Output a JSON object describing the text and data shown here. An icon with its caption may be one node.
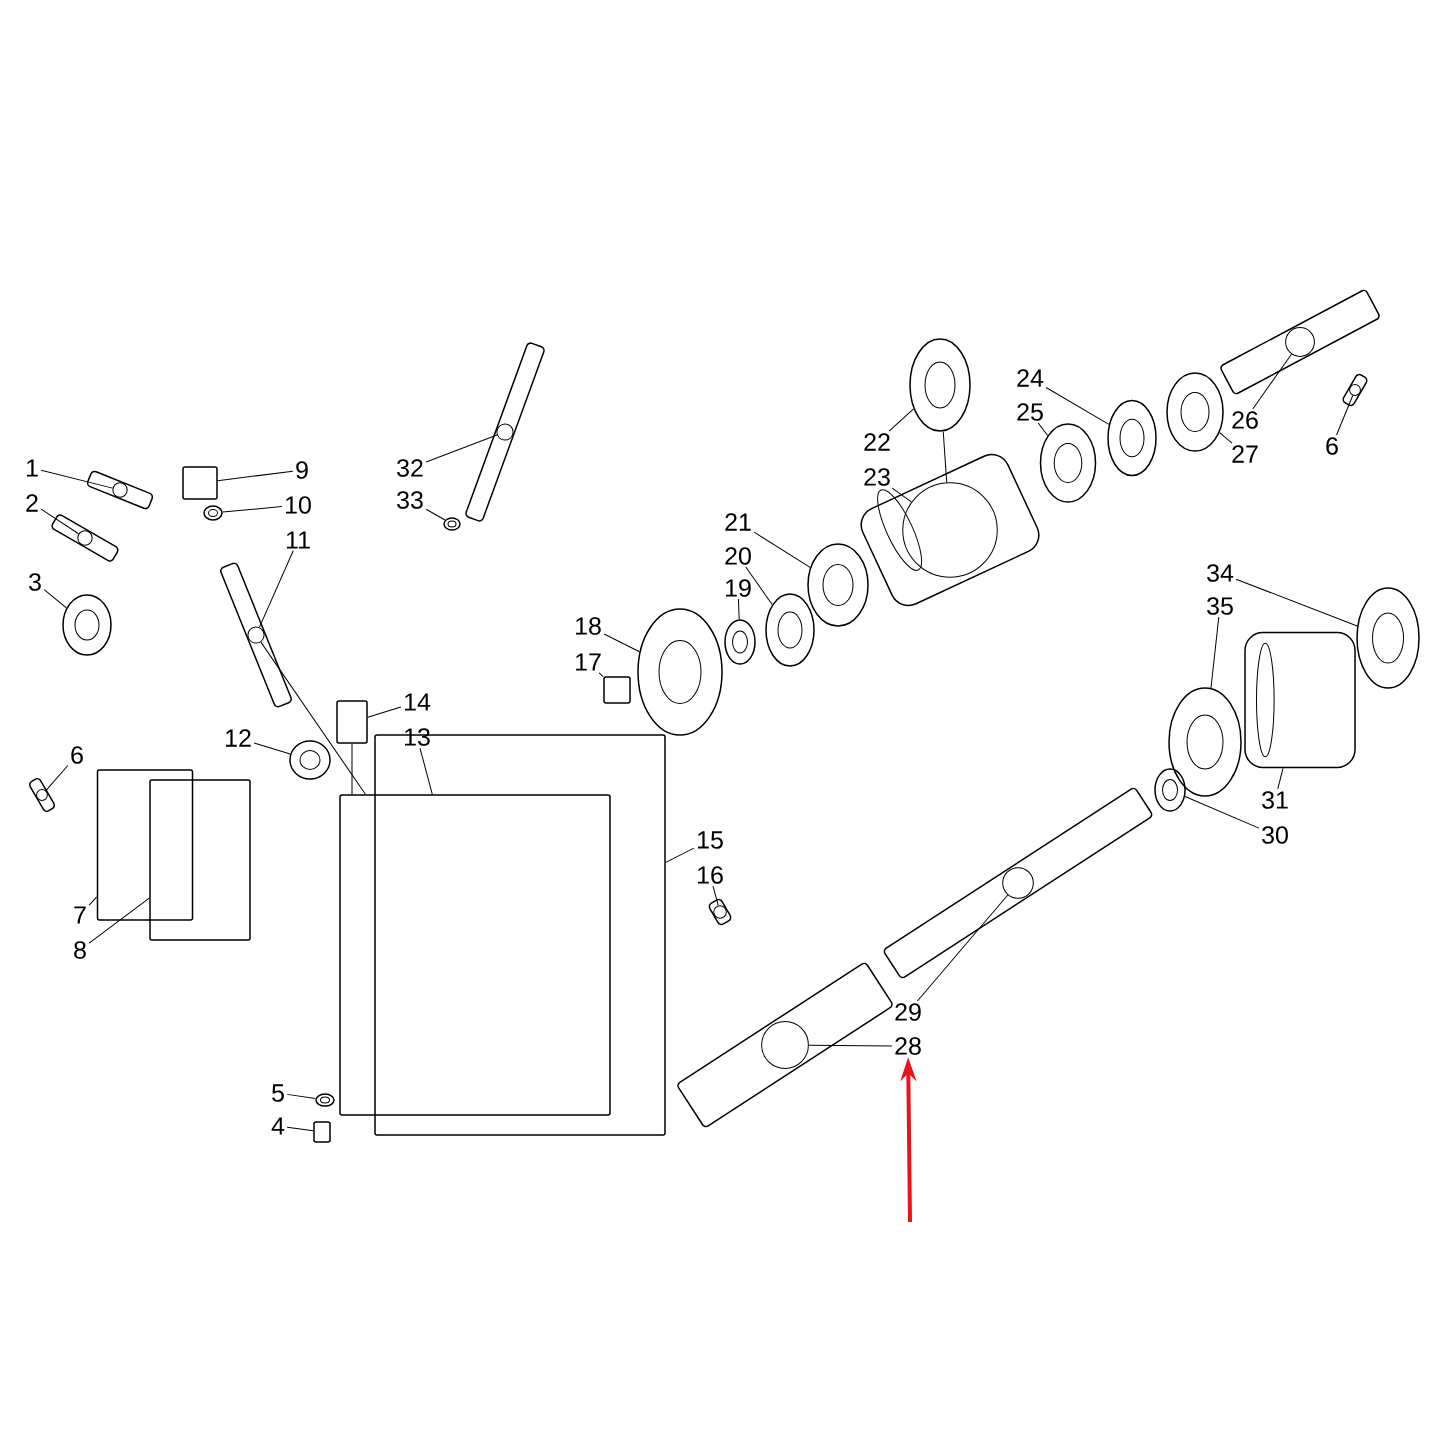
{
  "diagram": {
    "nodes": [
      {
        "text": [
          "1"
        ]
      },
      {
        "text": [
          "2"
        ]
      },
      {
        "text": [
          "3"
        ]
      },
      {
        "text": [
          "9"
        ]
      },
      {
        "text": [
          "10"
        ]
      },
      {
        "text": [
          "11"
        ]
      },
      {
        "text": [
          "32"
        ]
      },
      {
        "text": [
          "33"
        ]
      },
      {
        "text": [
          "24"
        ]
      },
      {
        "text": [
          "25"
        ]
      },
      {
        "text": [
          "26"
        ]
      },
      {
        "text": [
          "27"
        ]
      },
      {
        "text": [
          "22"
        ]
      },
      {
        "text": [
          "23"
        ]
      },
      {
        "text": [
          "6"
        ]
      },
      {
        "text": [
          "21"
        ]
      },
      {
        "text": [
          "20"
        ]
      },
      {
        "text": [
          "19"
        ]
      },
      {
        "text": [
          "34"
        ]
      },
      {
        "text": [
          "35"
        ]
      },
      {
        "text": [
          "18"
        ]
      },
      {
        "text": [
          "17"
        ]
      },
      {
        "text": [
          "14"
        ]
      },
      {
        "text": [
          "13"
        ]
      },
      {
        "text": [
          "12"
        ]
      },
      {
        "text": [
          "6"
        ]
      },
      {
        "text": [
          "31"
        ]
      },
      {
        "text": [
          "30"
        ]
      },
      {
        "text": [
          "15"
        ]
      },
      {
        "text": [
          "16"
        ]
      },
      {
        "text": [
          "7"
        ]
      },
      {
        "text": [
          "8"
        ]
      },
      {
        "text": [
          "29"
        ]
      },
      {
        "text": [
          "28"
        ]
      },
      {
        "text": [
          "5"
        ]
      },
      {
        "text": [
          "4"
        ]
      },
      {
        "text": [],
        "shape": "bar"
      },
      {
        "text": [],
        "shape": "bar"
      },
      {
        "text": [],
        "shape": "circle"
      },
      {
        "text": [],
        "shape": "box"
      },
      {
        "text": [],
        "shape": "circle"
      },
      {
        "text": [],
        "shape": "bar"
      },
      {
        "text": [],
        "shape": "bar"
      },
      {
        "text": [],
        "shape": "circle"
      },
      {
        "text": [],
        "shape": "circle"
      },
      {
        "text": [],
        "shape": "circle"
      },
      {
        "text": [],
        "shape": "bar"
      },
      {
        "text": [],
        "shape": "circle"
      },
      {
        "text": [],
        "shape": "circle"
      },
      {
        "text": [],
        "shape": "cylinder"
      },
      {
        "text": [],
        "shape": "bar"
      },
      {
        "text": [],
        "shape": "circle"
      },
      {
        "text": [],
        "shape": "circle"
      },
      {
        "text": [],
        "shape": "circle"
      },
      {
        "text": [],
        "shape": "circle"
      },
      {
        "text": [],
        "shape": "circle"
      },
      {
        "text": [],
        "shape": "circle"
      },
      {
        "text": [],
        "shape": "box"
      },
      {
        "text": [],
        "shape": "box"
      },
      {
        "text": [],
        "shape": "box"
      },
      {
        "text": [],
        "shape": "circle"
      },
      {
        "text": [],
        "shape": "bar"
      },
      {
        "text": [],
        "shape": "cylinder"
      },
      {
        "text": [],
        "shape": "circle"
      },
      {
        "text": [],
        "shape": "box"
      },
      {
        "text": [],
        "shape": "bar"
      },
      {
        "text": [],
        "shape": "box"
      },
      {
        "text": [],
        "shape": "box"
      },
      {
        "text": [],
        "shape": "bar"
      },
      {
        "text": [],
        "shape": "bar"
      },
      {
        "text": [],
        "shape": "circle"
      },
      {
        "text": [],
        "shape": "box"
      }
    ],
    "edges": [
      {
        "from": 0,
        "to": 36,
        "arrow": "none"
      },
      {
        "from": 1,
        "to": 37,
        "arrow": "none"
      },
      {
        "from": 2,
        "to": 38,
        "arrow": "none"
      },
      {
        "from": 3,
        "to": 39,
        "arrow": "none"
      },
      {
        "from": 4,
        "to": 40,
        "arrow": "none"
      },
      {
        "from": 5,
        "to": 41,
        "arrow": "none"
      },
      {
        "from": 6,
        "to": 42,
        "arrow": "none"
      },
      {
        "from": 7,
        "to": 43,
        "arrow": "none"
      },
      {
        "from": 8,
        "to": 44,
        "arrow": "none"
      },
      {
        "from": 9,
        "to": 45,
        "arrow": "none"
      },
      {
        "from": 10,
        "to": 46,
        "arrow": "none"
      },
      {
        "from": 11,
        "to": 47,
        "arrow": "none"
      },
      {
        "from": 12,
        "to": 48,
        "arrow": "none"
      },
      {
        "from": 13,
        "to": 49,
        "arrow": "none"
      },
      {
        "from": 14,
        "to": 50,
        "arrow": "none"
      },
      {
        "from": 15,
        "to": 51,
        "arrow": "none"
      },
      {
        "from": 16,
        "to": 52,
        "arrow": "none"
      },
      {
        "from": 17,
        "to": 53,
        "arrow": "none"
      },
      {
        "from": 18,
        "to": 54,
        "arrow": "none"
      },
      {
        "from": 19,
        "to": 55,
        "arrow": "none"
      },
      {
        "from": 20,
        "to": 56,
        "arrow": "none"
      },
      {
        "from": 21,
        "to": 57,
        "arrow": "none"
      },
      {
        "from": 22,
        "to": 58,
        "arrow": "none"
      },
      {
        "from": 23,
        "to": 59,
        "arrow": "none"
      },
      {
        "from": 24,
        "to": 60,
        "arrow": "none"
      },
      {
        "from": 25,
        "to": 61,
        "arrow": "none"
      },
      {
        "from": 26,
        "to": 62,
        "arrow": "none"
      },
      {
        "from": 27,
        "to": 63,
        "arrow": "none"
      },
      {
        "from": 28,
        "to": 64,
        "arrow": "none"
      },
      {
        "from": 29,
        "to": 65,
        "arrow": "none"
      },
      {
        "from": 30,
        "to": 66,
        "arrow": "none"
      },
      {
        "from": 31,
        "to": 67,
        "arrow": "none"
      },
      {
        "from": 32,
        "to": 68,
        "arrow": "none"
      },
      {
        "from": 33,
        "to": 69,
        "arrow": "none"
      },
      {
        "from": 34,
        "to": 70,
        "arrow": "none"
      },
      {
        "from": 35,
        "to": 71,
        "arrow": "none"
      },
      {
        "from": null,
        "to": 33,
        "arrow": "to",
        "style": "thick",
        "color": "#e8141c"
      },
      {
        "from": 41,
        "to": 59,
        "arrow": "none"
      },
      {
        "from": 58,
        "to": 59,
        "arrow": "none"
      },
      {
        "from": 48,
        "to": 49,
        "arrow": "none"
      }
    ]
  }
}
